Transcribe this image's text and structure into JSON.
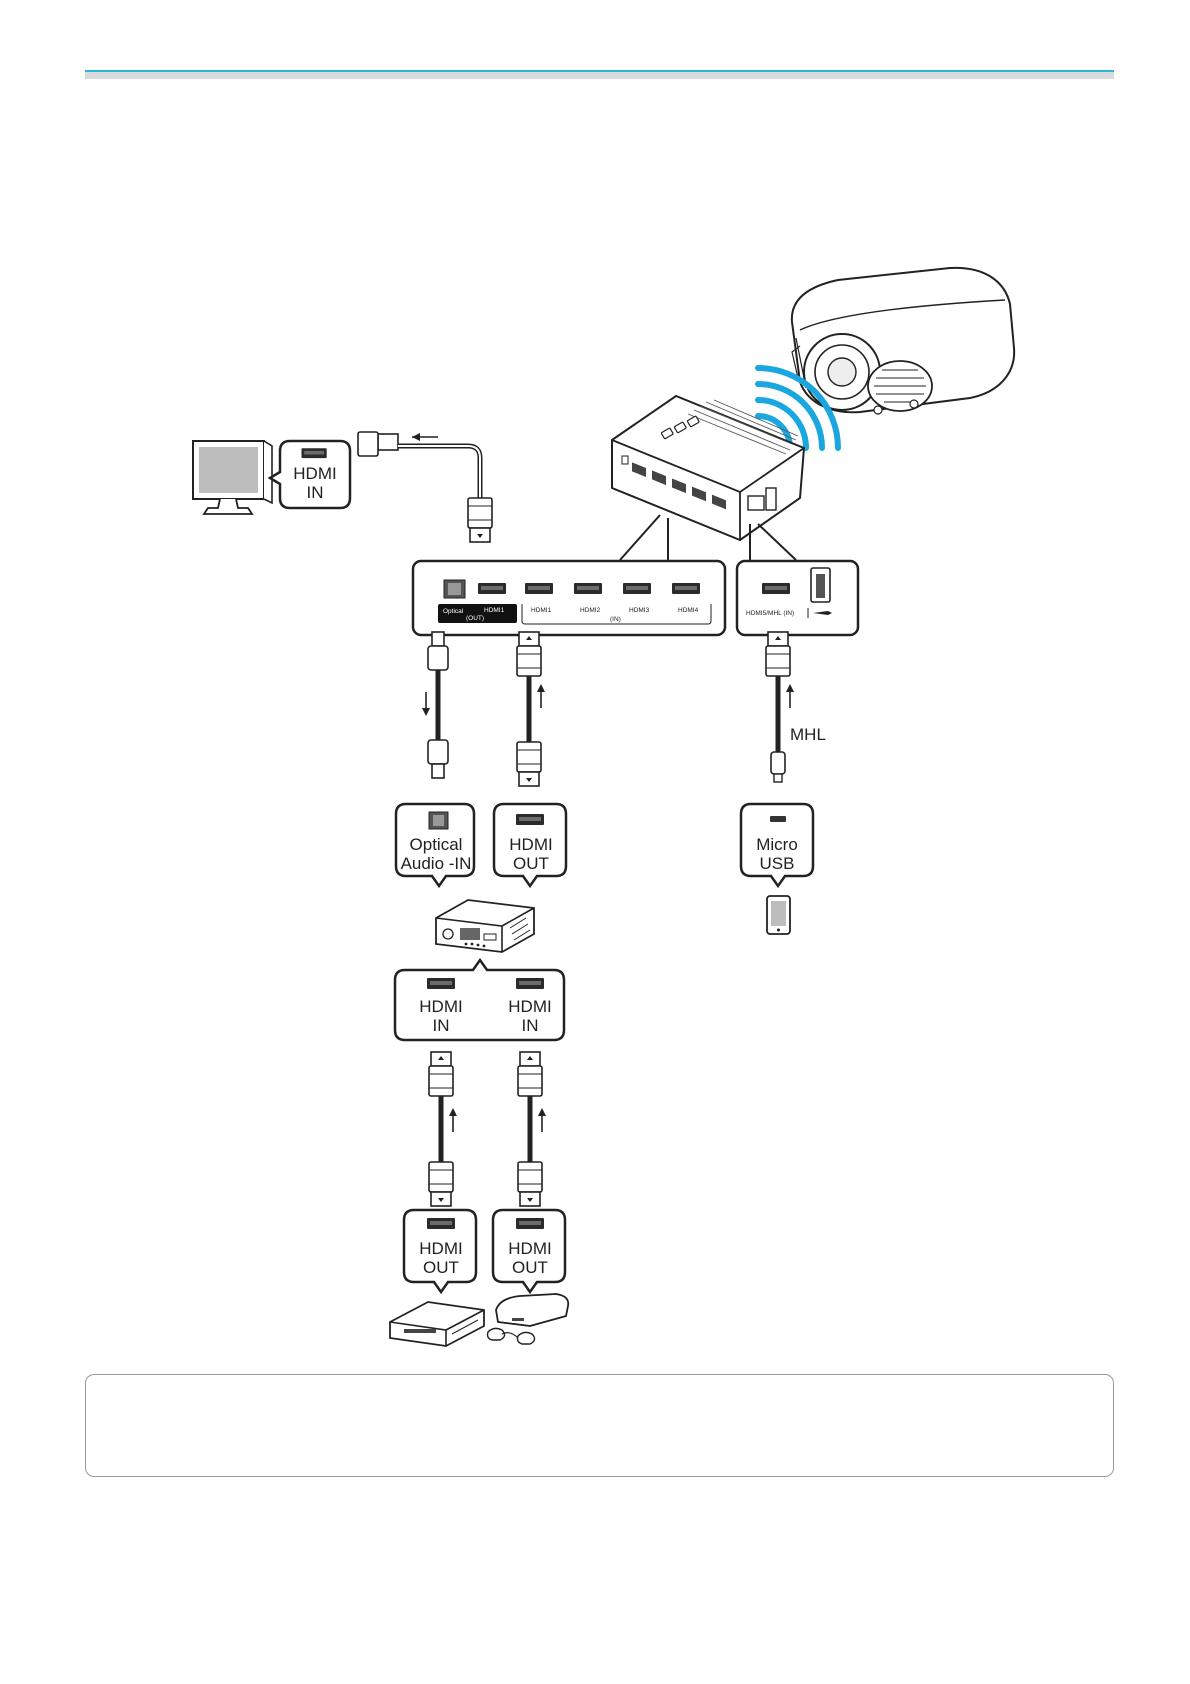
{
  "bubbles": {
    "tv": [
      "HDMI",
      "IN"
    ],
    "optical_in": [
      "Optical",
      "Audio -IN"
    ],
    "amp_hdmi_out": [
      "HDMI",
      "OUT"
    ],
    "micro_usb": [
      "Micro",
      "USB"
    ],
    "amp_in_left": [
      "HDMI",
      "IN"
    ],
    "amp_in_right": [
      "HDMI",
      "IN"
    ],
    "player_out": [
      "HDMI",
      "OUT"
    ],
    "console_out": [
      "HDMI",
      "OUT"
    ]
  },
  "box_panel_left": {
    "optical_label": "Optical",
    "out_label": "HDMI1",
    "out_sub": "(OUT)",
    "inputs": [
      "HDMI1",
      "HDMI2",
      "HDMI3",
      "HDMI4"
    ],
    "in_sub": "(IN)"
  },
  "box_panel_right": {
    "label": "HDMI5/MHL (IN)"
  },
  "cable_labels": {
    "mhl": "MHL"
  },
  "colors": {
    "accent_rule": "#2bb6d8",
    "wifi": "#1aa7df",
    "outline": "#222222"
  }
}
